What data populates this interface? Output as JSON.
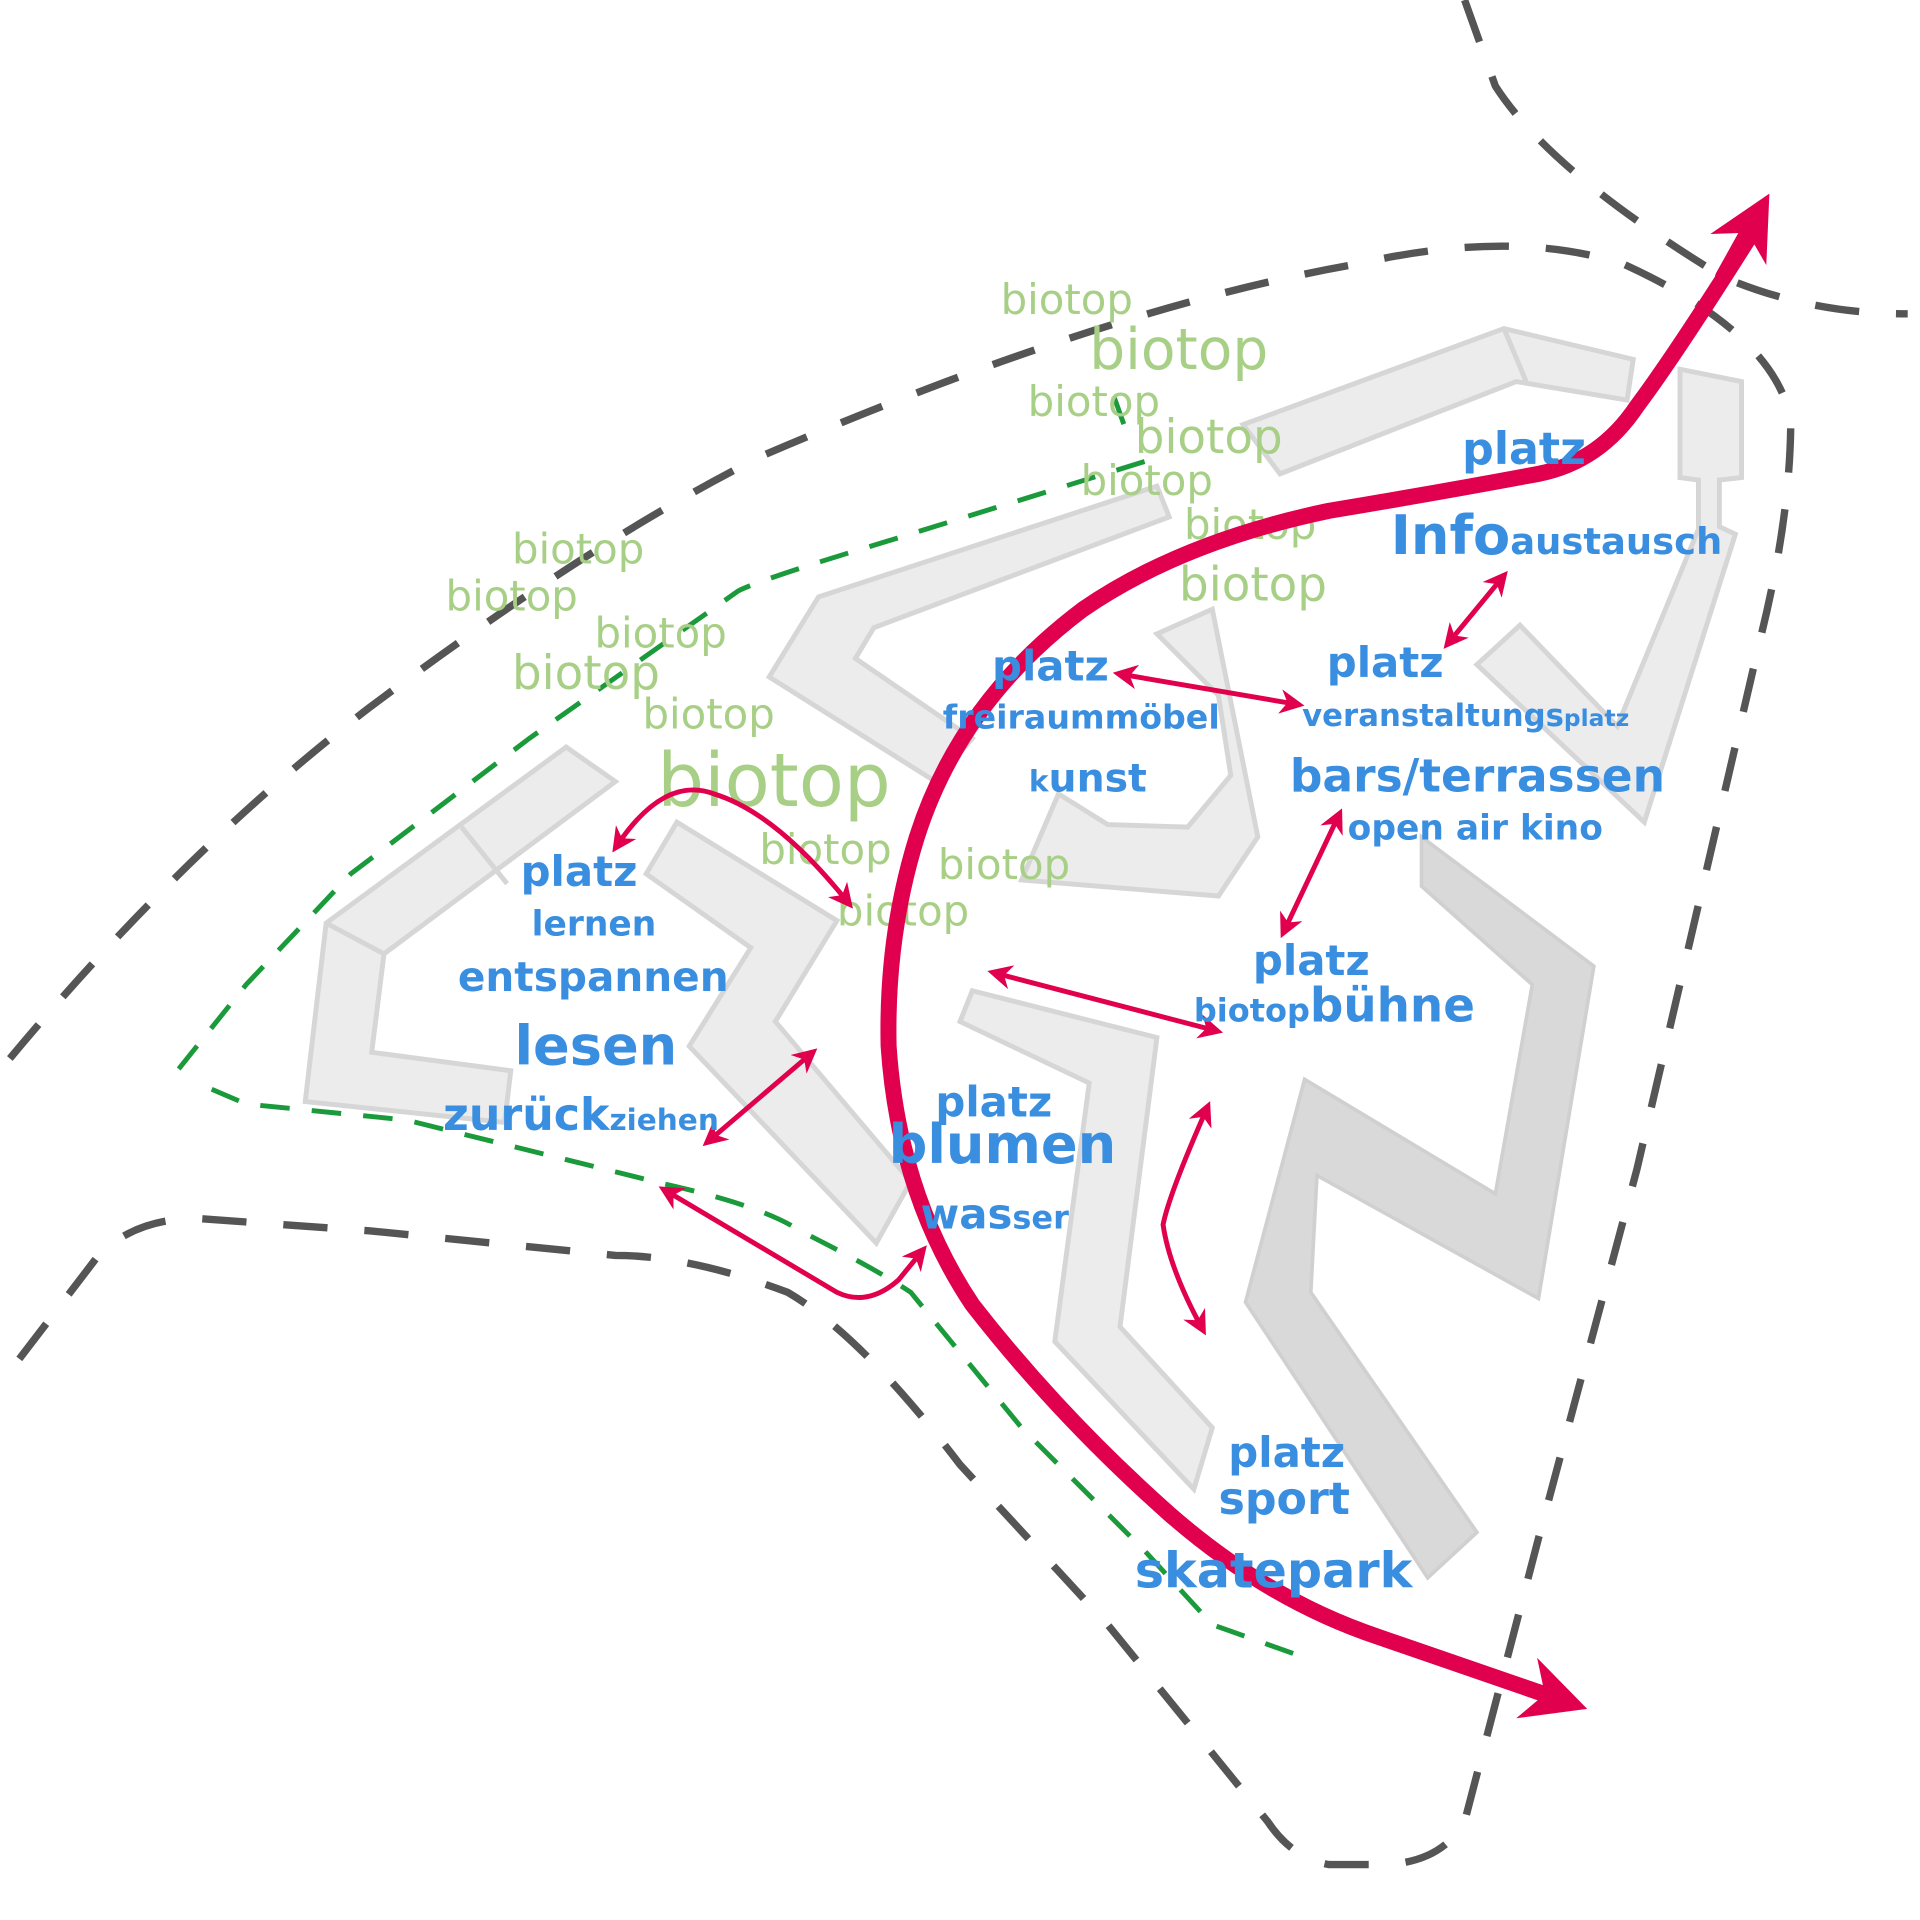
{
  "colors": {
    "biotop": "#a8cf86",
    "label": "#3a8ee0",
    "route": "#e0004d",
    "boundary": "#555555",
    "green_boundary": "#1a9a3a",
    "building": "#ececec"
  },
  "biotop": [
    "biotop",
    "biotop",
    "biotop",
    "biotop",
    "biotop",
    "biotop",
    "biotop",
    "biotop",
    "biotop",
    "biotop",
    "biotop",
    "biotop",
    "biotop",
    "biotop",
    "biotop",
    "biotop"
  ],
  "labels": {
    "info_platz": "platz",
    "info_main": "Info",
    "info_sub": "austausch",
    "event_platz": "platz",
    "event_main": "veranstaltungs",
    "event_sub": "platz",
    "bars": "bars/terrassen",
    "kino": "open air kino",
    "frei_platz": "platz",
    "freiraum": "freiraummöbel",
    "kunst_k": "k",
    "kunst_rest": "unst",
    "buehne_platz": "platz",
    "buehne_pre": "biotop",
    "buehne_main": "bühne",
    "lern_platz": "platz",
    "lernen": "lernen",
    "entspannen": "entspannen",
    "lesen": "lesen",
    "zurueck": "zurück",
    "ziehen": "ziehen",
    "blumen_platz": "platz",
    "blumen": "blumen",
    "wasser_main": "was",
    "wasser_sub": "ser",
    "sport_platz": "platz",
    "sport": "sport",
    "skatepark": "skatepark"
  }
}
